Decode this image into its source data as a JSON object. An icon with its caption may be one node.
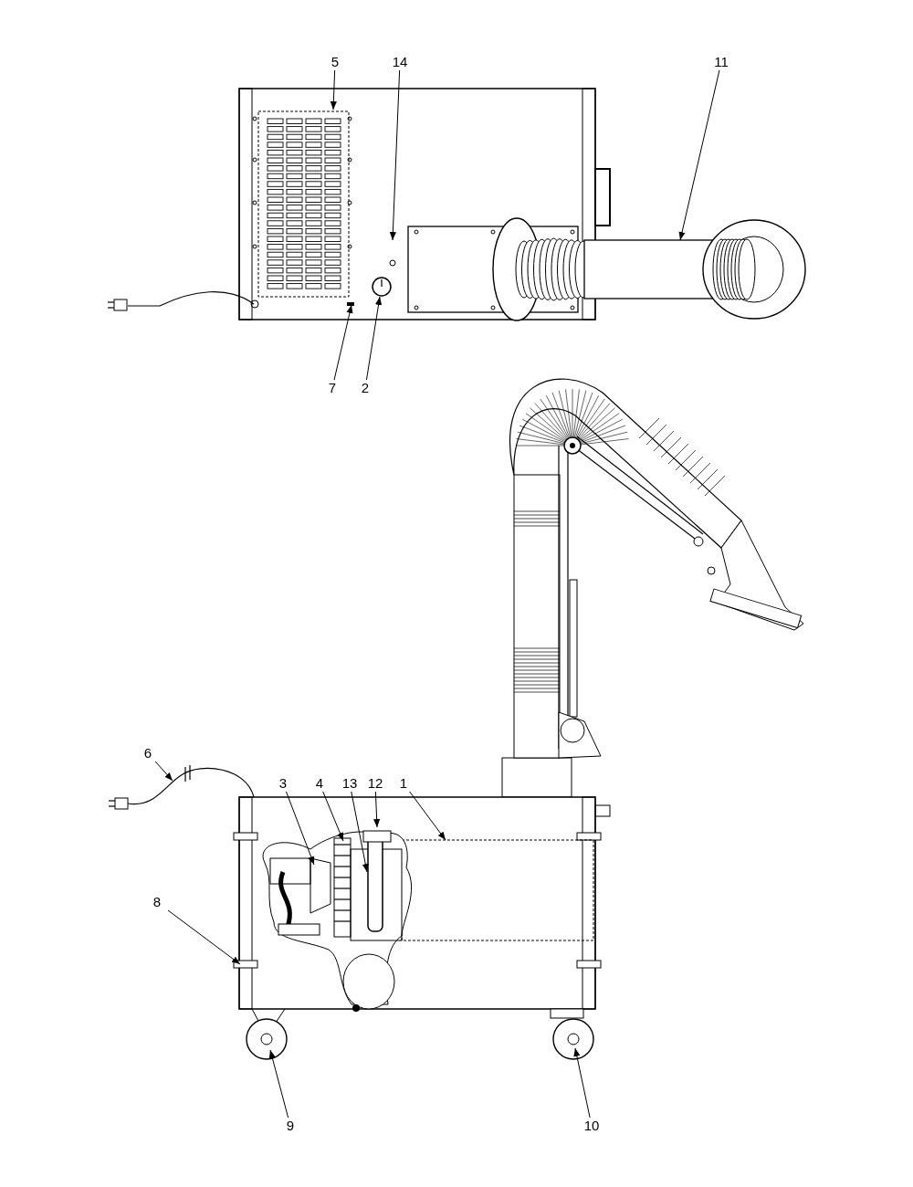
{
  "diagram": {
    "nodes": [
      {
        "text": [
          "5"
        ]
      },
      {
        "text": [
          "14"
        ]
      },
      {
        "text": [
          "11"
        ]
      },
      {
        "text": [
          "7"
        ]
      },
      {
        "text": [
          "2"
        ]
      },
      {
        "text": [
          "6"
        ]
      },
      {
        "text": [
          "3"
        ]
      },
      {
        "text": [
          "4"
        ]
      },
      {
        "text": [
          "13"
        ]
      },
      {
        "text": [
          "12"
        ]
      },
      {
        "text": [
          "1"
        ]
      },
      {
        "text": [
          "8"
        ]
      },
      {
        "text": [
          "9"
        ]
      },
      {
        "text": [
          "10"
        ]
      }
    ],
    "edges": [
      {
        "from": 0,
        "to": null,
        "arrow": "to"
      },
      {
        "from": 1,
        "to": null,
        "arrow": "to"
      },
      {
        "from": 2,
        "to": null,
        "arrow": "to"
      },
      {
        "from": 3,
        "to": null,
        "arrow": "to"
      },
      {
        "from": 4,
        "to": null,
        "arrow": "to"
      },
      {
        "from": 5,
        "to": null,
        "arrow": "to"
      },
      {
        "from": 6,
        "to": null,
        "arrow": "to"
      },
      {
        "from": 7,
        "to": null,
        "arrow": "to"
      },
      {
        "from": 8,
        "to": null,
        "arrow": "to"
      },
      {
        "from": 9,
        "to": null,
        "arrow": "to"
      },
      {
        "from": 10,
        "to": null,
        "arrow": "to"
      },
      {
        "from": 11,
        "to": null,
        "arrow": "to"
      },
      {
        "from": 12,
        "to": null,
        "arrow": "to"
      },
      {
        "from": 13,
        "to": null,
        "arrow": "to"
      }
    ]
  }
}
